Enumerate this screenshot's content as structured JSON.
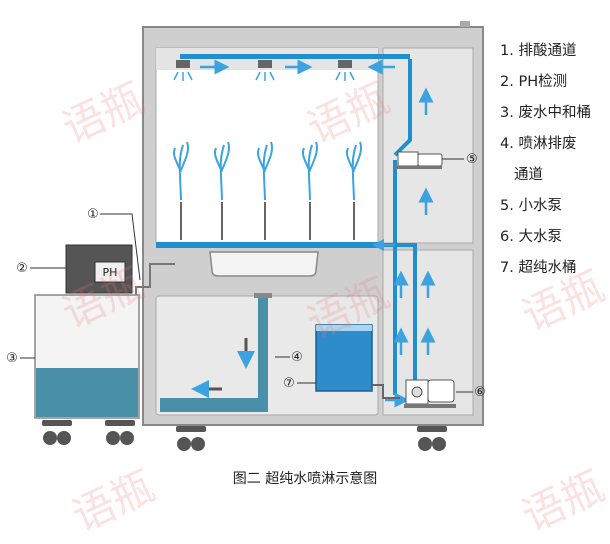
{
  "caption": "图二 超纯水喷淋示意图",
  "legend": [
    "1. 排酸通道",
    "2. PH检测",
    "3. 废水中和桶",
    "4. 喷淋排废",
    "通道",
    "5. 小水泵",
    "6. 大水泵",
    "7. 超纯水桶"
  ],
  "callouts": {
    "n1": "①",
    "n2": "②",
    "n3": "③",
    "n4": "④",
    "n5": "⑤",
    "n6": "⑥",
    "n7": "⑦"
  },
  "ph_label": "PH",
  "watermark": "语瓶",
  "colors": {
    "frame": "#888888",
    "frame_fill": "#cfcfcf",
    "chamber": "#eeeeee",
    "water": "#4a8fa8",
    "pipe": "#1f8fd0",
    "arrow": "#3aa3e0",
    "tank": "#e8f4fb"
  }
}
